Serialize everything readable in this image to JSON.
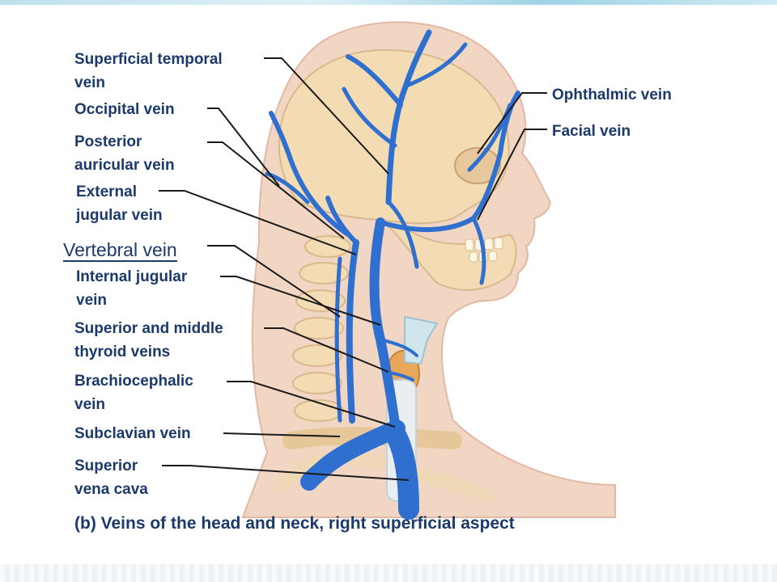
{
  "labels": {
    "superficial_temporal_1": "Superficial temporal",
    "superficial_temporal_2": "vein",
    "occipital": "Occipital vein",
    "posterior_auricular_1": "Posterior",
    "posterior_auricular_2": "auricular vein",
    "external_jugular_1": "External",
    "external_jugular_2": "jugular vein",
    "vertebral": "Vertebral vein",
    "internal_jugular_1": "Internal jugular",
    "internal_jugular_2": "vein",
    "thyroid_1": "Superior and middle",
    "thyroid_2": "thyroid veins",
    "brachiocephalic_1": "Brachiocephalic",
    "brachiocephalic_2": "vein",
    "subclavian": "Subclavian vein",
    "svc_1": "Superior",
    "svc_2": "vena cava",
    "ophthalmic": "Ophthalmic vein",
    "facial": "Facial vein"
  },
  "caption": "(b) Veins of the head and neck, right superficial aspect",
  "colors": {
    "vein": "#2f6fd0",
    "skin": "#f2d6c4",
    "bone": "#f3dcb4",
    "label_text": "#1b3a6b",
    "leader_line": "#1a1a1a"
  }
}
